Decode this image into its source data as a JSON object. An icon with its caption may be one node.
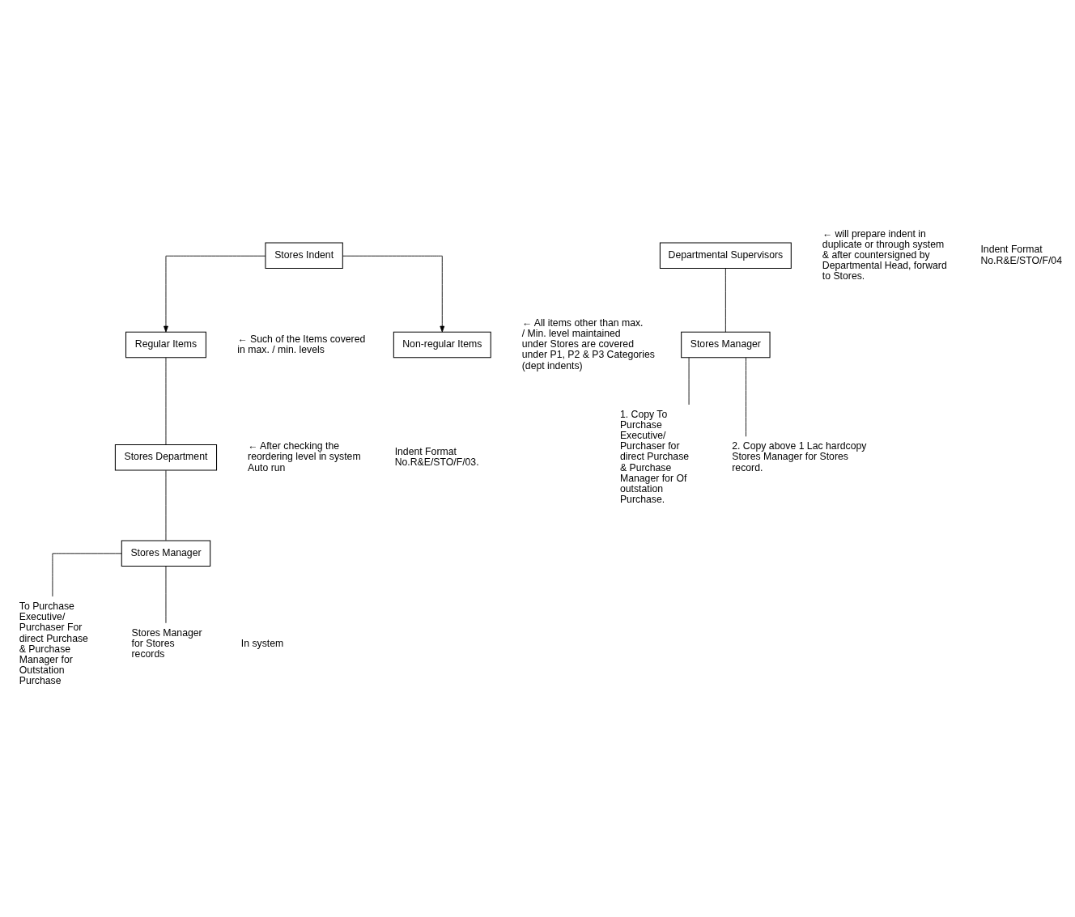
{
  "diagram": {
    "nodes": [
      {
        "text": [
          "Stores Indent"
        ]
      },
      {
        "text": [
          "Regular Items"
        ],
        "beside": [
          "← Such of the Items covered in max. / min. levels"
        ]
      },
      {
        "text": [
          "Non-regular Items"
        ],
        "beside": [
          "← All items other than max. / Min. level maintained under Stores are covered under P1, P2 & P3 Categories (dept indents)"
        ]
      },
      {
        "text": [
          "Stores Department"
        ],
        "beside": [
          "← After checking the reordering level in system Auto run",
          "Indent Format No.R&E/STO/F/03."
        ]
      },
      {
        "text": [
          "Departmental Supervisors"
        ],
        "beside": [
          "← will prepare indent in duplicate or through system & after countersigned by Departmental Head, forward to Stores.",
          "Indent Format No.R&E/STO/F/04"
        ]
      },
      {
        "text": [
          "Stores Manager"
        ]
      },
      {
        "text": [
          "Stores Manager"
        ]
      },
      {
        "text": [
          "To Purchase Executive/ Purchaser For direct Purchase & Purchase Manager for Outstation Purchase"
        ]
      },
      {
        "text": [
          "Stores Manager for Stores records"
        ]
      },
      {
        "text": [
          "1. Copy To Purchase Executive/ Purchaser for direct Purchase & Purchase Manager for Of outstation Purchase."
        ]
      },
      {
        "text": [
          "2. Copy above 1 Lac hardcopy Stores Manager for Stores record."
        ]
      }
    ],
    "edges": [
      {
        "from": 0,
        "to": 1,
        "arrow": "to"
      },
      {
        "from": 0,
        "to": 2,
        "arrow": "to"
      },
      {
        "from": 1,
        "to": 3,
        "arrow": "none"
      },
      {
        "from": 3,
        "to": 5,
        "arrow": "none"
      },
      {
        "from": 4,
        "to": 6,
        "arrow": "none"
      },
      {
        "from": 5,
        "to": 7,
        "arrow": "none"
      },
      {
        "from": 5,
        "to": 8,
        "arrow": "none"
      },
      {
        "from": 6,
        "to": 9,
        "arrow": "none"
      },
      {
        "from": 6,
        "to": 10,
        "arrow": "none"
      }
    ],
    "labels": [
      "In system"
    ]
  }
}
